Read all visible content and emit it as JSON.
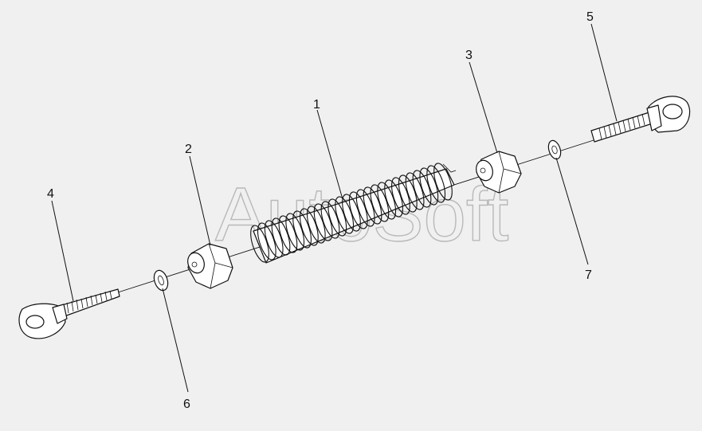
{
  "diagram": {
    "type": "exploded-assembly",
    "watermark": "AutoSoft",
    "callouts": [
      {
        "id": "1",
        "label": "1"
      },
      {
        "id": "2",
        "label": "2"
      },
      {
        "id": "3",
        "label": "3"
      },
      {
        "id": "4",
        "label": "4"
      },
      {
        "id": "5",
        "label": "5"
      },
      {
        "id": "6",
        "label": "6"
      },
      {
        "id": "7",
        "label": "7"
      }
    ]
  },
  "colors": {
    "background": "#f0f0f0",
    "line": "#111111",
    "part_fill": "#ffffff",
    "watermark": "#b9b9b9"
  }
}
